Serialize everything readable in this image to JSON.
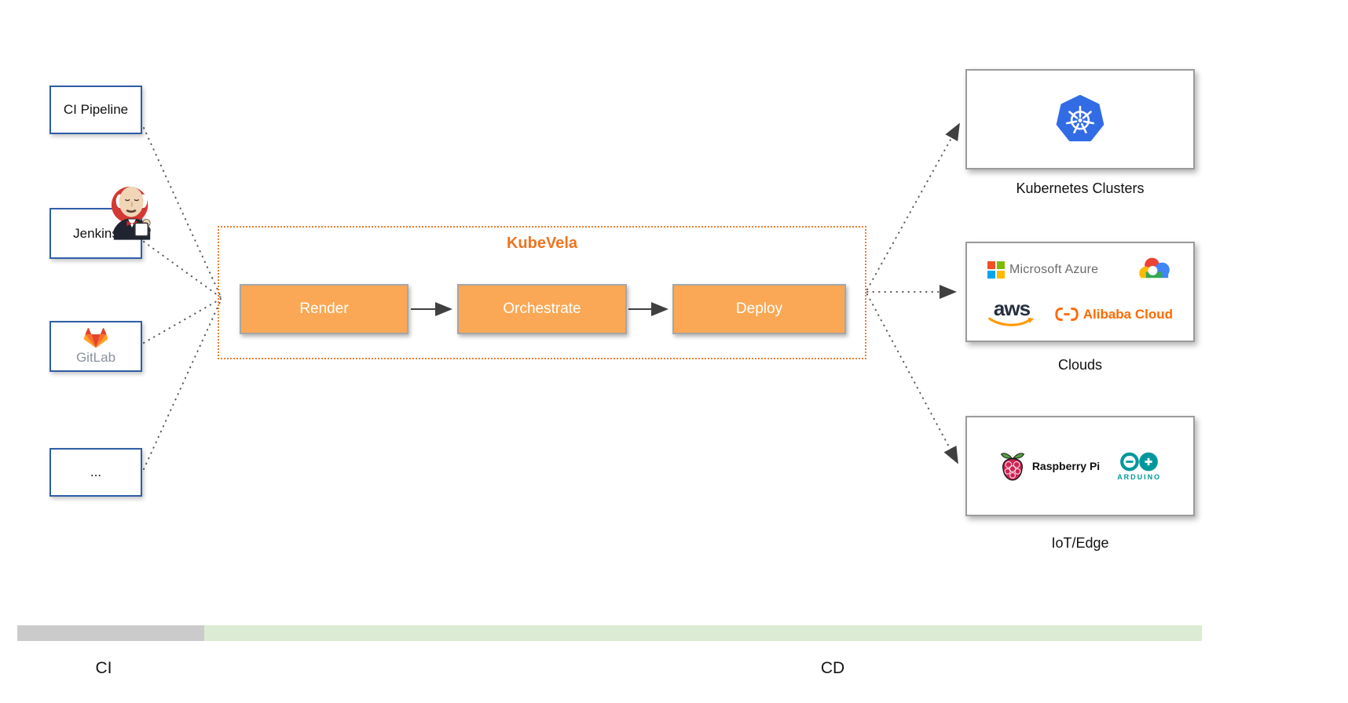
{
  "diagram": {
    "ci_sources": [
      {
        "label": "CI Pipeline"
      },
      {
        "label": "Jenkins",
        "icon": "jenkins-mascot-icon"
      },
      {
        "label": "GitLab",
        "icon": "gitlab-tanuki-icon"
      },
      {
        "label": "..."
      }
    ],
    "kubevela": {
      "title": "KubeVela",
      "stages": [
        "Render",
        "Orchestrate",
        "Deploy"
      ]
    },
    "targets": [
      {
        "label": "Kubernetes Clusters",
        "icons": [
          "kubernetes-icon"
        ]
      },
      {
        "label": "Clouds",
        "icons": [
          "microsoft-azure-logo",
          "google-cloud-icon",
          "aws-logo",
          "alibaba-cloud-logo"
        ]
      },
      {
        "label": "IoT/Edge",
        "icons": [
          "raspberry-pi-logo",
          "arduino-logo"
        ]
      }
    ],
    "logos": {
      "azure_text": "Microsoft Azure",
      "aws_text": "aws",
      "alibaba_text": "Alibaba Cloud",
      "raspberry_text": "Raspberry Pi",
      "arduino_text": "ARDUINO"
    },
    "phase_bar": {
      "ci_label": "CI",
      "cd_label": "CD"
    },
    "colors": {
      "accent_orange": "#EE7421",
      "stage_fill": "#FAA855",
      "stage_border": "#A6A6A6",
      "source_border": "#2F5DA8",
      "target_border": "#9B9B9B",
      "connector": "#595959",
      "ci_bar": "#CBCBCB",
      "cd_bar": "#DCEBD3",
      "kubernetes_blue": "#326CE5",
      "gitlab_orange": "#FC6D26",
      "aws_smile_orange": "#FF9900",
      "alibaba_orange": "#FF6A00",
      "arduino_teal": "#00979C",
      "raspberry_red": "#CD2355"
    }
  }
}
